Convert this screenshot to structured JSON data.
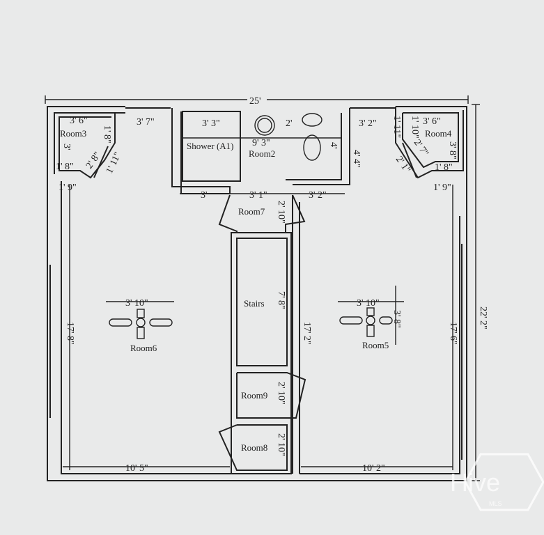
{
  "plan": {
    "rooms": {
      "room2": "Room2",
      "room3": "Room3",
      "room4": "Room4",
      "room5": "Room5",
      "room6": "Room6",
      "room7": "Room7",
      "room8": "Room8",
      "room9": "Room9",
      "shower": "Shower (A1)",
      "stairs": "Stairs"
    },
    "dimensions": {
      "overall_width": "25'",
      "overall_height": "22' 2\"",
      "room3_width": "3' 6\"",
      "room3_height": "3'",
      "room3_diag": "2' 8\"",
      "room3_side": "1' 8\"",
      "room3_return": "1' 8\"",
      "room3_door": "1' 11\"",
      "room3_bottom": "1' 9\"",
      "hall_top_left": "3' 7\"",
      "shower_width": "3' 3\"",
      "bath_width": "9' 3\"",
      "toilet_width": "2'",
      "bath_depth": "4'",
      "right_top": "3' 2\"",
      "right_depth": "4' 4\"",
      "room4_width": "3' 6\"",
      "room4_height": "3' 8\"",
      "room4_diag": "2' 7\"",
      "room4_side": "1' 8\"",
      "room4_top": "1' 10\"",
      "room4_door": "2' 1\"",
      "room4_left": "1' 11\"",
      "room4_bottom": "1' 9\"",
      "below_bath_left": "3'",
      "below_bath_mid": "3' 1\"",
      "below_bath_right": "3' 2\"",
      "room7_depth": "2' 10\"",
      "stairs_length": "7' 8\"",
      "room9_depth": "2' 10\"",
      "room8_depth": "2' 10\"",
      "room6_height": "17' 8\"",
      "room6_fan": "3' 10\"",
      "room6_bottom": "10' 5\"",
      "room5_height": "17' 6\"",
      "room5_fan": "3' 10\"",
      "room5_fan_v": "3' 8\"",
      "corridor_height": "17' 2\"",
      "room5_bottom": "10' 2\""
    },
    "watermark": {
      "brand": "Hive",
      "sub": "MLS"
    },
    "colors": {
      "paper": "#e9eaea",
      "ink": "#222222"
    }
  }
}
